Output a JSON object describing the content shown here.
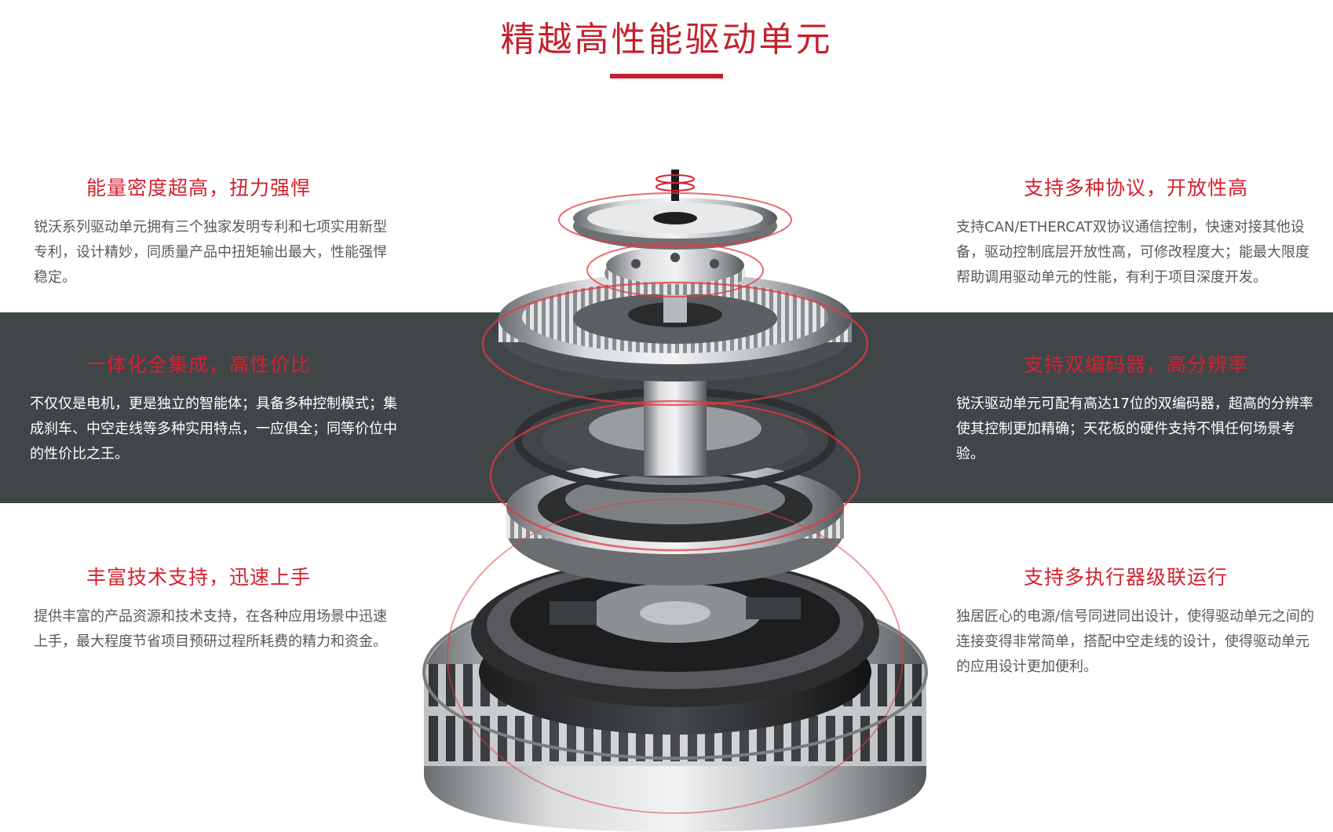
{
  "page": {
    "title": "精越高性能驱动单元"
  },
  "colors": {
    "accent": "#c4202c",
    "heading": "#d4212f",
    "band": "#404548",
    "body_text": "#555a5e"
  },
  "features": {
    "left": [
      {
        "title": "能量密度超高，扭力强悍",
        "text": "锐沃系列驱动单元拥有三个独家发明专利和七项实用新型专利，设计精妙，同质量产品中扭矩输出最大，性能强悍稳定。"
      },
      {
        "title": "一体化全集成，高性价比",
        "text": "不仅仅是电机，更是独立的智能体；具备多种控制模式；集成刹车、中空走线等多种实用特点，一应俱全；同等价位中的性价比之王。"
      },
      {
        "title": "丰富技术支持，迅速上手",
        "text": "提供丰富的产品资源和技术支持，在各种应用场景中迅速上手，最大程度节省项目预研过程所耗费的精力和资金。"
      }
    ],
    "right": [
      {
        "title": "支持多种协议，开放性高",
        "text": "支持CAN/ETHERCAT双协议通信控制，快速对接其他设备，驱动控制底层开放性高，可修改程度大；能最大限度帮助调用驱动单元的性能，有利于项目深度开发。"
      },
      {
        "title": "支持双编码器，高分辨率",
        "text": "锐沃驱动单元可配有高达17位的双编码器，超高的分辨率使其控制更加精确；天花板的硬件支持不惧任何场景考验。"
      },
      {
        "title": "支持多执行器级联运行",
        "text": "独居匠心的电源/信号同进同出设计，使得驱动单元之间的连接变得非常简单，搭配中空走线的设计，使得驱动单元的应用设计更加便利。"
      }
    ]
  },
  "illustration": {
    "icon": "exploded-actuator-illustration"
  }
}
